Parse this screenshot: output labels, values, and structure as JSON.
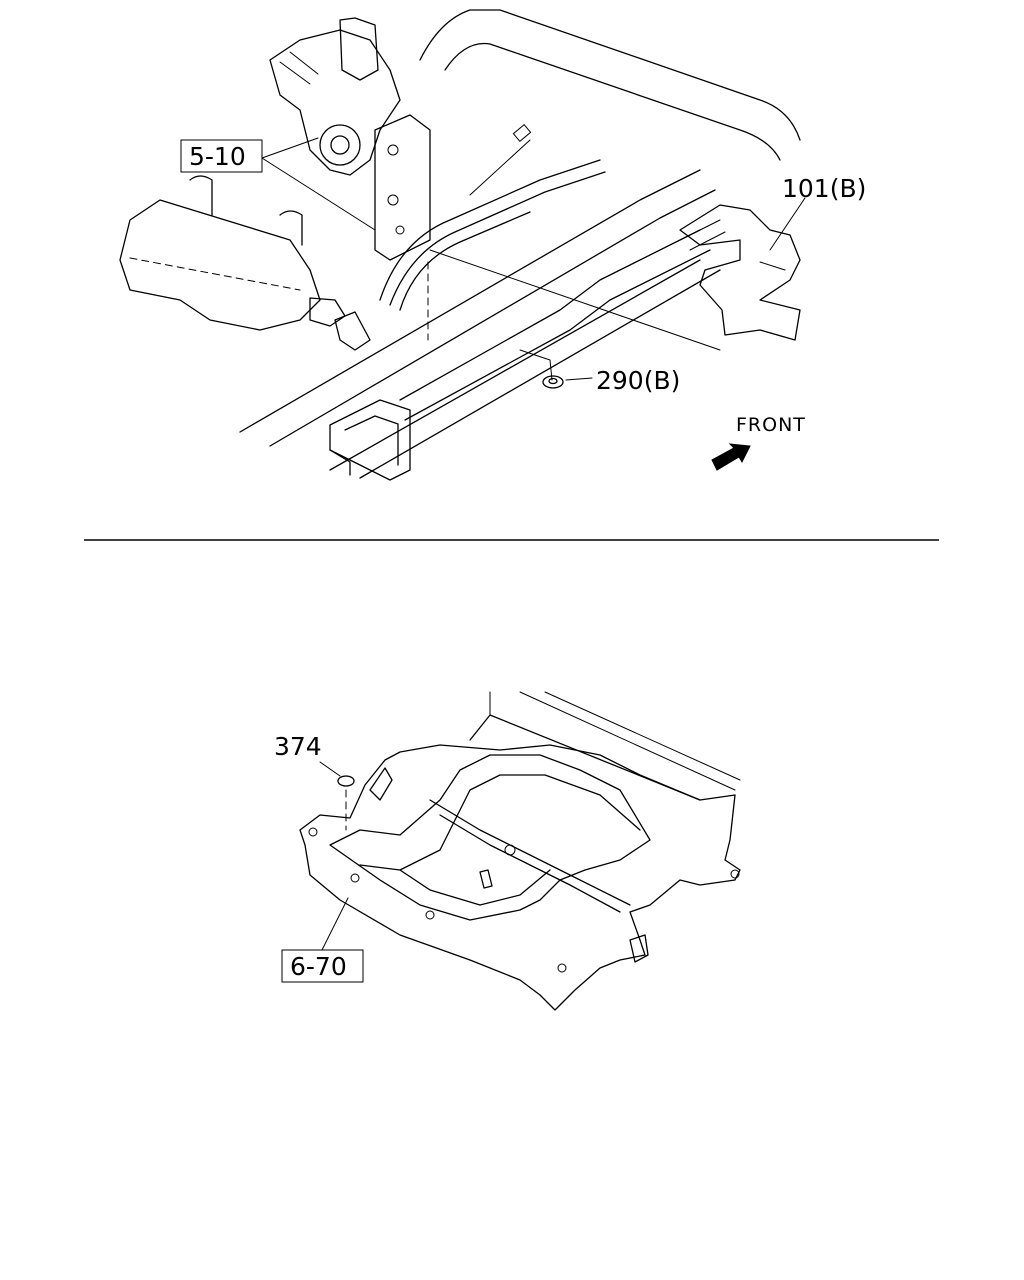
{
  "top_diagram": {
    "callouts": {
      "ref_5_10": "5-10",
      "part_101b": "101(B)",
      "part_290b": "290(B)"
    },
    "direction_label": "FRONT"
  },
  "bottom_diagram": {
    "callouts": {
      "part_374": "374",
      "ref_6_70": "6-70"
    }
  }
}
